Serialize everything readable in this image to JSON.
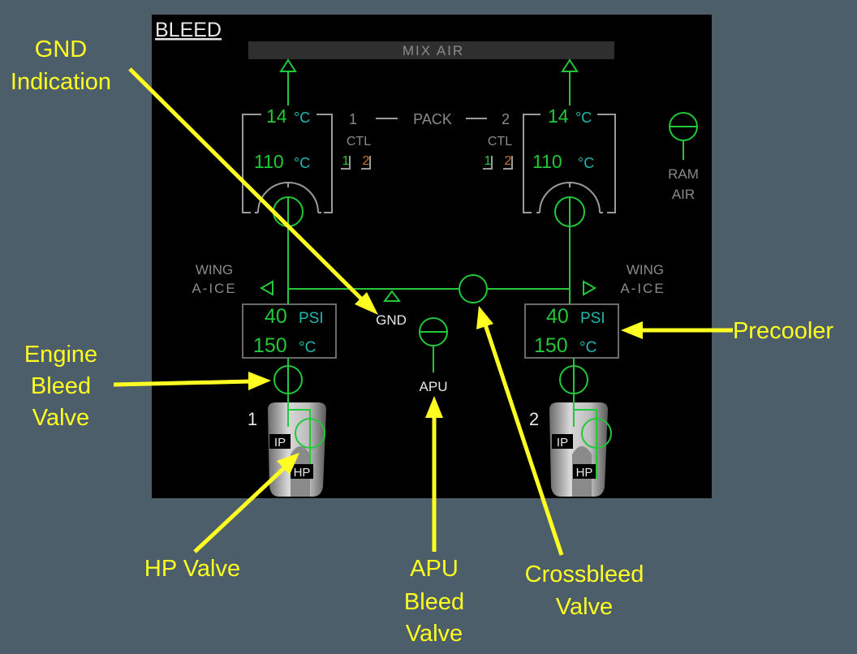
{
  "page": {
    "title": "BLEED",
    "mix_air": "MIX AIR"
  },
  "pack": {
    "label": "PACK",
    "num1": "1",
    "num2": "2",
    "ctl": "CTL",
    "ctl_ch1": "1",
    "ctl_ch2": "2"
  },
  "pack1": {
    "outlet_temp": "14",
    "outlet_unit": "°C",
    "comp_temp": "110",
    "comp_unit": "°C"
  },
  "pack2": {
    "outlet_temp": "14",
    "outlet_unit": "°C",
    "comp_temp": "110",
    "comp_unit": "°C"
  },
  "ram_air": {
    "line1": "RAM",
    "line2": "AIR"
  },
  "wing_anti_ice": {
    "line1": "WING",
    "line2": "A-ICE"
  },
  "gnd": "GND",
  "apu": "APU",
  "engine1": {
    "number": "1",
    "psi": "40",
    "psi_unit": "PSI",
    "temp": "150",
    "temp_unit": "°C",
    "ip": "IP",
    "hp": "HP"
  },
  "engine2": {
    "number": "2",
    "psi": "40",
    "psi_unit": "PSI",
    "temp": "150",
    "temp_unit": "°C",
    "ip": "IP",
    "hp": "HP"
  },
  "annotations": {
    "gnd": [
      "GND",
      "Indication"
    ],
    "engine_bleed": [
      "Engine",
      "Bleed",
      "Valve"
    ],
    "hp_valve": "HP Valve",
    "apu_bleed": [
      "APU",
      "Bleed",
      "Valve"
    ],
    "crossbleed": [
      "Crossbleed",
      "Valve"
    ],
    "precooler": "Precooler"
  },
  "colors": {
    "green": "#22c83a",
    "cyan": "#1fb8b0",
    "annotation": "#ffff22",
    "amber": "#c8782a"
  }
}
